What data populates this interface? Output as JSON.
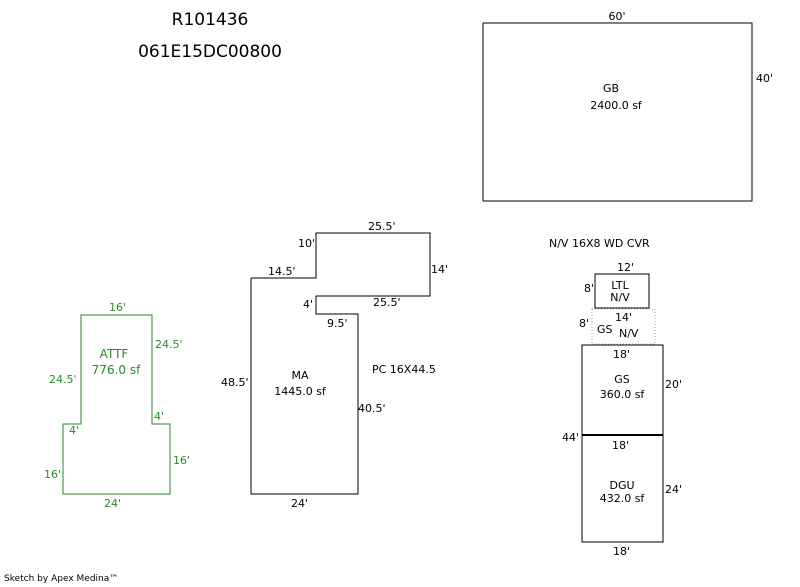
{
  "header": {
    "record_id": "R101436",
    "parcel_id": "061E15DC00800"
  },
  "footer": "Sketch by Apex Medina™",
  "colors": {
    "ink": "#000000",
    "attf": "#2a8a2a",
    "dotted": "#999999"
  },
  "gb": {
    "name": "GB",
    "area": "2400.0 sf",
    "top": "60'",
    "right": "40'"
  },
  "ma": {
    "name": "MA",
    "area": "1445.0 sf",
    "d1": "10'",
    "d2": "25.5'",
    "d3": "14'",
    "d4": "14.5'",
    "d5": "4'",
    "d6": "25.5'",
    "d7": "9.5'",
    "d8": "48.5'",
    "d9": "40.5'",
    "d10": "24'",
    "pc": "PC 16X44.5"
  },
  "attf": {
    "name": "ATTF",
    "area": "776.0 sf",
    "top": "16'",
    "right_upper": "24.5'",
    "left_upper": "24.5'",
    "step_left": "4'",
    "step_right": "4'",
    "left_lower": "16'",
    "right_lower": "16'",
    "bottom": "24'"
  },
  "right_group": {
    "note": "N/V 16X8 WD CVR",
    "ltl": {
      "name": "LTL",
      "nv": "N/V",
      "top": "12'",
      "left": "8'"
    },
    "gs_nv": {
      "name": "GS",
      "nv": "N/V",
      "left": "8'",
      "top": "14'"
    },
    "gs": {
      "name": "GS",
      "area": "360.0 sf",
      "top": "18'",
      "right": "20'"
    },
    "dgu": {
      "name": "DGU",
      "area": "432.0 sf",
      "top": "18'",
      "right": "24'",
      "left": "44'",
      "bottom": "18'"
    }
  }
}
